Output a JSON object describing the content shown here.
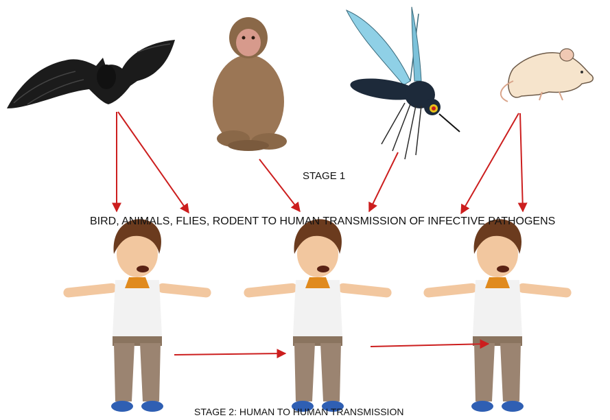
{
  "stage1": {
    "label": "STAGE 1"
  },
  "caption": "BIRD, ANIMALS, FLIES, RODENT TO HUMAN TRANSMISSION OF INFECTIVE PATHOGENS",
  "stage2": {
    "label": "STAGE 2:   HUMAN TO HUMAN TRANSMISSION"
  },
  "colors": {
    "arrow": "#cc1e1e",
    "bat": "#1b1b1b",
    "monkey": "#9b7655",
    "mosquito_body": "#1d2a3a",
    "mosquito_wing": "#8fd0e6",
    "rat": "#f6e4cc",
    "shirt": "#f2f2f2",
    "collar": "#e08a1e",
    "pants": "#9b8471",
    "hair": "#6b3b1e",
    "skin": "#f2c79f",
    "shoe": "#2f5fb3"
  },
  "icons": {
    "animals": [
      "bat-icon",
      "monkey-icon",
      "mosquito-icon",
      "rat-icon"
    ],
    "humans": [
      "boy-figure",
      "boy-figure",
      "boy-figure"
    ]
  }
}
